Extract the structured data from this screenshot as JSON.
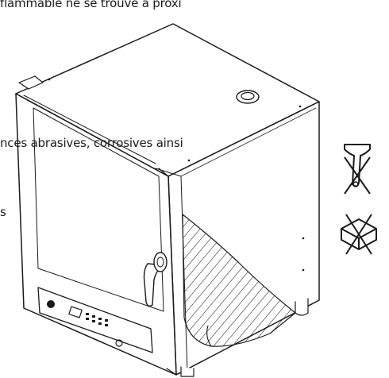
{
  "text": {
    "line_top": "flammable ne se trouve à proxi",
    "line_mid": "nces abrasives, corrosives ainsi",
    "line_s": "s"
  },
  "colors": {
    "ink": "#1a1a1a",
    "background": "#ffffff"
  },
  "icons": {
    "no_tool": "crossed-out-scraper-icon",
    "no_box": "crossed-out-box-icon"
  }
}
